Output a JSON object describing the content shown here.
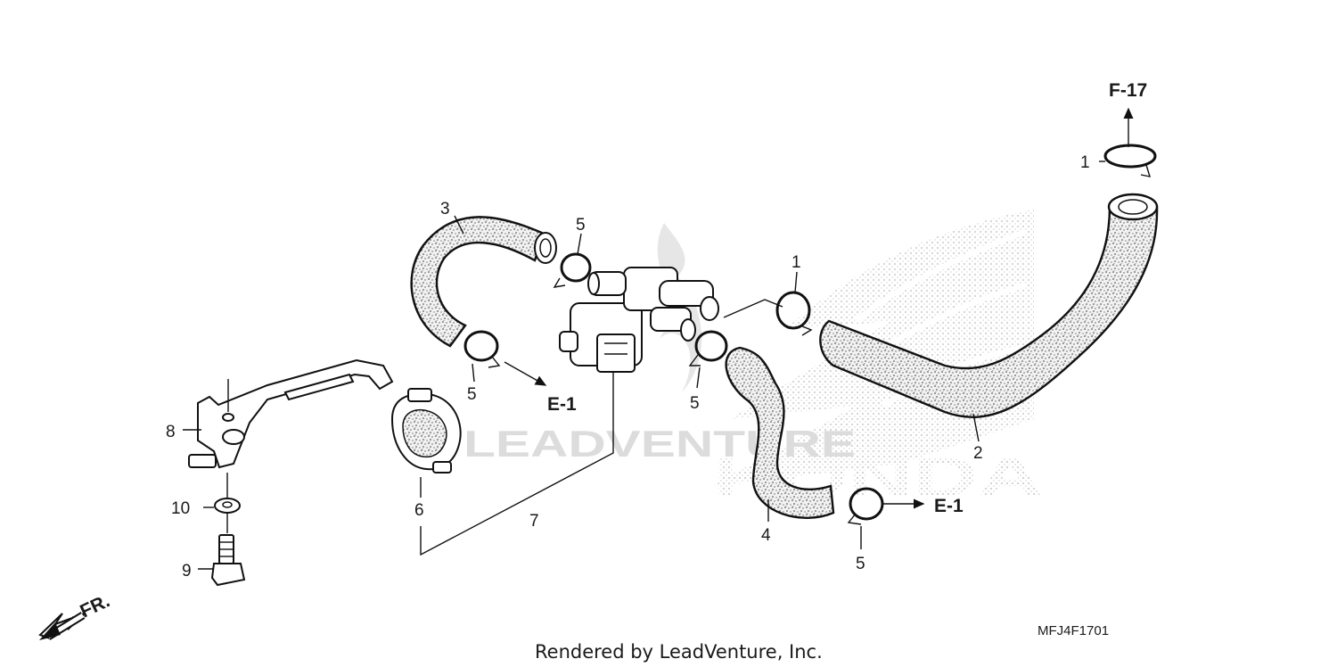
{
  "callouts": {
    "c1a": "1",
    "c1b": "1",
    "c2": "2",
    "c3": "3",
    "c4": "4",
    "c5a": "5",
    "c5b": "5",
    "c5c": "5",
    "c5d": "5",
    "c6": "6",
    "c7": "7",
    "c8": "8",
    "c9": "9",
    "c10": "10"
  },
  "refs": {
    "f17": "F-17",
    "e1_left": "E-1",
    "e1_right": "E-1",
    "front": "FR."
  },
  "diagram_code": "MFJ4F1701",
  "footer": "Rendered by LeadVenture, Inc.",
  "watermark": {
    "text": "LEADVENTURE",
    "brand": "HONDA"
  },
  "colors": {
    "ink": "#111111",
    "watermark": "#d9d9d9"
  }
}
